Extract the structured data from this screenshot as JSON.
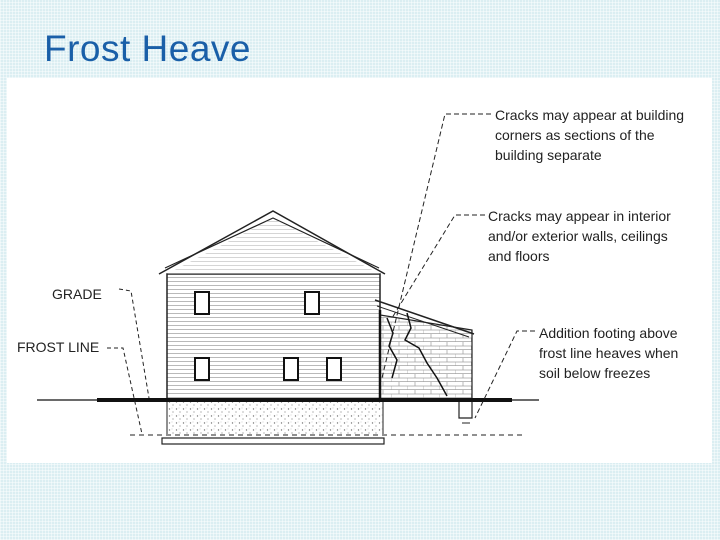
{
  "slide": {
    "title": "Frost Heave"
  },
  "diagram": {
    "labels": {
      "grade": "GRADE",
      "frost_line": "FROST LINE"
    },
    "callouts": {
      "corners": [
        "Cracks may appear at building",
        "corners as sections of the",
        "building separate"
      ],
      "walls": [
        "Cracks may appear in interior",
        "and/or exterior walls, ceilings",
        "and floors"
      ],
      "addition": [
        "Addition footing above",
        "frost line heaves when",
        "soil below freezes"
      ]
    },
    "colors": {
      "title": "#1a5fa8",
      "ink": "#222222",
      "background": "#dbeef2"
    }
  }
}
